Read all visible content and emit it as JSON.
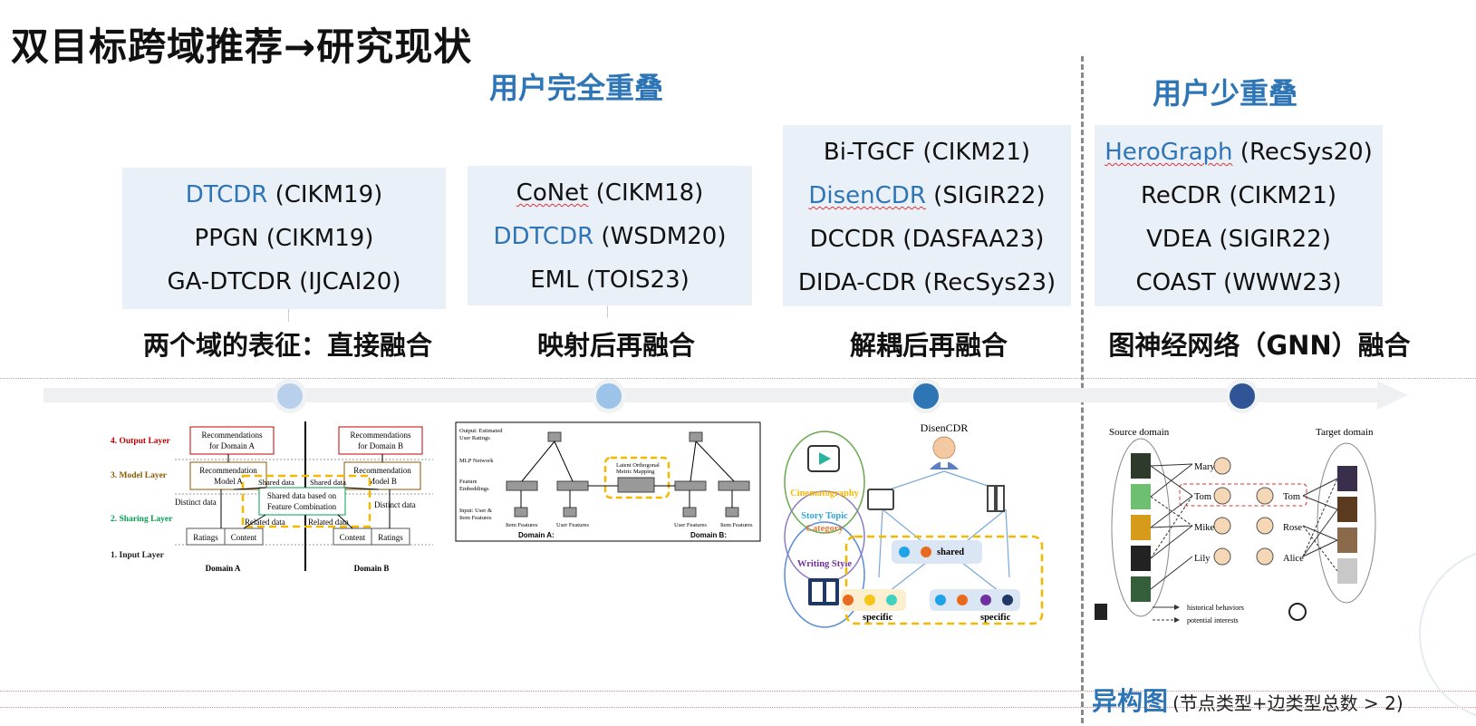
{
  "title": "双目标跨域推荐→研究现状",
  "sections": {
    "full_overlap": "用户完全重叠",
    "few_overlap": "用户少重叠"
  },
  "groups": [
    {
      "papers": [
        {
          "name": "DTCDR",
          "venue": " (CIKM19)",
          "highlight": true
        },
        {
          "name": "PPGN",
          "venue": " (CIKM19)",
          "highlight": false
        },
        {
          "name": "GA-DTCDR",
          "venue": " (IJCAI20)",
          "highlight": false
        }
      ],
      "category": "两个域的表征：直接融合",
      "node_color": "#b8d0ec"
    },
    {
      "papers": [
        {
          "name": "CoNet",
          "venue": " (CIKM18)",
          "highlight": false
        },
        {
          "name": "DDTCDR",
          "venue": " (WSDM20)",
          "highlight": true
        },
        {
          "name": "EML",
          "venue": " (TOIS23)",
          "highlight": false
        }
      ],
      "category": "映射后再融合",
      "node_color": "#9cc3e8"
    },
    {
      "papers": [
        {
          "name": "Bi-TGCF",
          "venue": " (CIKM21)",
          "highlight": false
        },
        {
          "name": "DisenCDR",
          "venue": " (SIGIR22)",
          "highlight": true
        },
        {
          "name": "DCCDR",
          "venue": " (DASFAA23)",
          "highlight": false
        },
        {
          "name": "DIDA-CDR",
          "venue": " (RecSys23)",
          "highlight": false
        }
      ],
      "category": "解耦后再融合",
      "node_color": "#2e75b6"
    },
    {
      "papers": [
        {
          "name": "HeroGraph",
          "venue": " (RecSys20)",
          "highlight": true
        },
        {
          "name": "ReCDR",
          "venue": " (CIKM21)",
          "highlight": false
        },
        {
          "name": "VDEA",
          "venue": " (SIGIR22)",
          "highlight": false
        },
        {
          "name": "COAST",
          "venue": " (WWW23)",
          "highlight": false
        }
      ],
      "category": "图神经网络（GNN）融合",
      "node_color": "#2f5597"
    }
  ],
  "fig1": {
    "layers": [
      "4. Output Layer",
      "3. Model Layer",
      "2. Sharing Layer",
      "1.  Input Layer"
    ],
    "rec_a": [
      "Recommendations",
      "for Domain A"
    ],
    "rec_b": [
      "Recommendations",
      "for Domain B"
    ],
    "model_a": [
      "Recommendation",
      "Model A"
    ],
    "model_b": [
      "Recommendation",
      "Model B"
    ],
    "shared_combo": [
      "Shared data based on",
      "Feature Combination"
    ],
    "shared_data": "Shared data",
    "distinct_data": "Distinct data",
    "related_data": "Related data",
    "ratings": "Ratings",
    "content": "Content",
    "domain_a": "Domain A",
    "domain_b": "Domain B"
  },
  "fig2": {
    "output": [
      "Output: Estimated",
      "User Ratings"
    ],
    "mlp": "MLP Network",
    "feat": [
      "Feature",
      "Embeddings"
    ],
    "input": [
      "Input: User &",
      "Item Features"
    ],
    "latent": [
      "Latent Orthogonal",
      "Metric Mapping"
    ],
    "item_features": "Item Features",
    "user_features": "User Features",
    "domain_a": "Domain A: ",
    "domain_b": "Domain B: "
  },
  "fig3": {
    "title": "DisenCDR",
    "cinematography": "Cinematography",
    "story_topic": [
      "Story Topic",
      "Category"
    ],
    "writing_style": "Writing Style",
    "shared": "shared",
    "specific": "specific"
  },
  "fig4": {
    "source": "Source domain",
    "target": "Target domain",
    "users_left": [
      "Mary",
      "Tom",
      "Mike",
      "Lily"
    ],
    "users_right": [
      "Tom",
      "Rose",
      "Alice"
    ],
    "legend_hist": "historical behaviors",
    "legend_pot": "potential interests"
  },
  "bottom": {
    "label": "异构图",
    "note": "(节点类型+边类型总数 > 2)"
  }
}
